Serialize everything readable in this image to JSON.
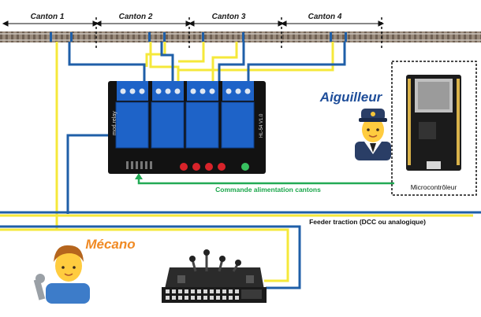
{
  "cantons": [
    "Canton 1",
    "Canton 2",
    "Canton 3",
    "Canton 4"
  ],
  "roles": {
    "aiguilleur": "Aiguilleur",
    "mecano": "Mécano"
  },
  "labels": {
    "microcontroller": "Microcontrôleur",
    "command": "Commande alimentation cantons",
    "feeder": "Feeder traction (DCC ou analogique)"
  },
  "relay_board_text": {
    "brand": "mod.relay",
    "model": "HL-54 V1.0"
  },
  "colors": {
    "blue": "#1f5fa8",
    "yellow": "#f5e83a",
    "green": "#22aa55",
    "rail": "#8a7a6a",
    "board": "#121212",
    "relay": "#1e63c8"
  }
}
